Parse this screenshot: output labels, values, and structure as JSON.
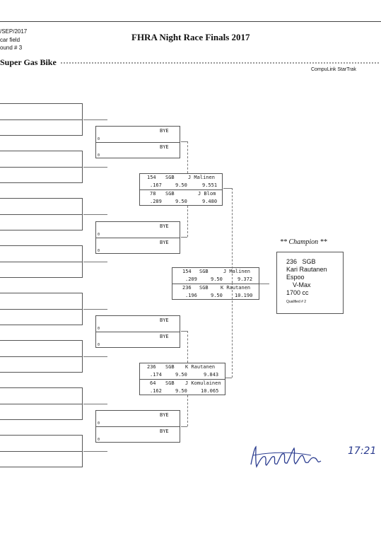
{
  "header": {
    "date": "/SEP/2017",
    "field": "car field",
    "round": "ound # 3",
    "title": "FHRA Night Race Finals 2017",
    "event": "Super Gas Bike",
    "software": "CompuLink StarTrak"
  },
  "round1": {
    "pairs": [
      {
        "top": "",
        "bottom": ""
      },
      {
        "top": "",
        "bottom": ""
      },
      {
        "top": "",
        "bottom": ""
      },
      {
        "top": "",
        "bottom": ""
      },
      {
        "top": "",
        "bottom": ""
      },
      {
        "top": "",
        "bottom": ""
      },
      {
        "top": "",
        "bottom": ""
      },
      {
        "top": "",
        "bottom": ""
      }
    ]
  },
  "round2": [
    {
      "top_mark": "0",
      "top_name": "BYE",
      "bottom_mark": "0",
      "bottom_name": "BYE"
    },
    {
      "top_mark": "0",
      "top_name": "BYE",
      "bottom_mark": "0",
      "bottom_name": "BYE"
    },
    {
      "top_mark": "0",
      "top_name": "BYE",
      "bottom_mark": "0",
      "bottom_name": "BYE"
    },
    {
      "top_mark": "0",
      "top_name": "BYE",
      "bottom_mark": "0",
      "bottom_name": "BYE"
    }
  ],
  "semis": [
    {
      "top": {
        "num": "154",
        "cls": "SGB",
        "name": "J Malinen",
        "rt": ".167",
        "dial": "9.50",
        "et": "9.551"
      },
      "bottom": {
        "num": "78",
        "cls": "SGB",
        "name": "J Blom",
        "rt": ".289",
        "dial": "9.50",
        "et": "9.480"
      }
    },
    {
      "top": {
        "num": "236",
        "cls": "SGB",
        "name": "K Rautanen",
        "rt": ".174",
        "dial": "9.50",
        "et": "9.843"
      },
      "bottom": {
        "num": "64",
        "cls": "SGB",
        "name": "J Komulainen",
        "rt": ".162",
        "dial": "9.50",
        "et": "10.065"
      }
    }
  ],
  "final": {
    "top": {
      "num": "154",
      "cls": "SGB",
      "name": "J Malinen",
      "rt": ".209",
      "dial": "9.50",
      "et": "9.372"
    },
    "bottom": {
      "num": "236",
      "cls": "SGB",
      "name": "K Rautanen",
      "rt": ".196",
      "dial": "9.50",
      "et": "10.190"
    }
  },
  "champion": {
    "label": "** Champion **",
    "num_cls": "236   SGB",
    "name": "Kari Rautanen",
    "city": "Espoo",
    "bike": "V-Max",
    "cc": "1700 cc",
    "qualified": "Qualified # 2"
  },
  "signature": {
    "time": "17:21"
  }
}
